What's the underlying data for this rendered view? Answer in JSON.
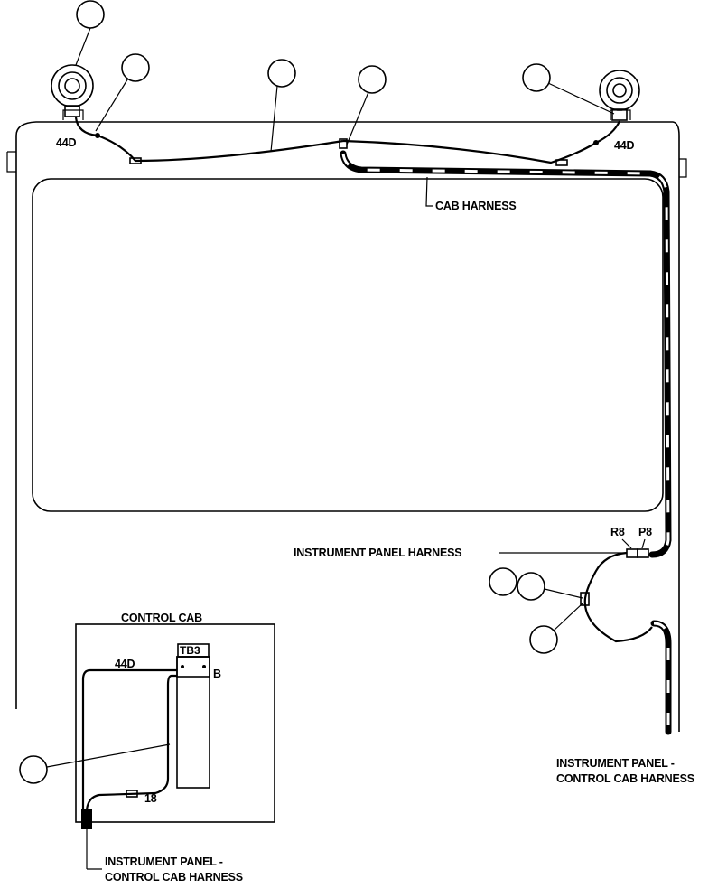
{
  "labels": {
    "wire_44d_left": "44D",
    "wire_44d_right": "44D",
    "cab_harness": "CAB HARNESS",
    "instrument_panel_harness": "INSTRUMENT PANEL HARNESS",
    "connector_r8": "R8",
    "connector_p8": "P8",
    "ip_cc_harness_right_line1": "INSTRUMENT PANEL -",
    "ip_cc_harness_right_line2": "CONTROL CAB HARNESS",
    "control_cab_title": "CONTROL CAB",
    "inset_wire_44d": "44D",
    "inset_terminal_tb3": "TB3",
    "inset_terminal_b": "B",
    "inset_wire_18": "18",
    "ip_cc_harness_bottom_line1": "INSTRUMENT PANEL -",
    "ip_cc_harness_bottom_line2": "CONTROL CAB HARNESS"
  }
}
